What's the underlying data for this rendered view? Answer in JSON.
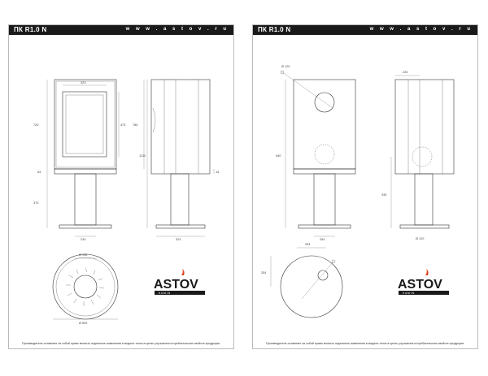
{
  "pages": [
    {
      "header": {
        "model": "ПК R1.0 N",
        "site": "w w w . a s t o v . r u"
      },
      "dims": {
        "d_top_width": "323",
        "d_height_left": "720",
        "d_glass": "473",
        "d_total": "785",
        "d_full": "1130",
        "d_base_a": "63",
        "d_base_b": "370",
        "d_side_r": "15",
        "d_pedestal": "234",
        "d_depth": "323",
        "d_round_top": "Ø 196",
        "d_round_bottom": "Ø 509"
      },
      "logo": {
        "word": "ASTOV",
        "sub": "K A M I N"
      },
      "footer": "Производитель оставляет за собой право вносить отдельные изменения в модели топок в целях улучшения потребительских свойств продукции."
    },
    {
      "header": {
        "model": "ПК R1.0 N",
        "site": "w w w . a s t o v . r u"
      },
      "dims": {
        "d_flue": "Ø 120",
        "d_side_top": "226",
        "d_height_a": "940",
        "d_height_b": "345",
        "d_base": "254",
        "d_side_base": "Ø 120",
        "d_plan_w": "254",
        "d_plan_h": "254"
      },
      "logo": {
        "word": "ASTOV",
        "sub": "K A M I N"
      },
      "footer": "Производитель оставляет за собой право вносить отдельные изменения в модели топок в целях улучшения потребительских свойств продукции."
    }
  ],
  "colors": {
    "header_bg": "#1a1a1a",
    "logo_flame": "#e0401a",
    "line": "#333333"
  }
}
